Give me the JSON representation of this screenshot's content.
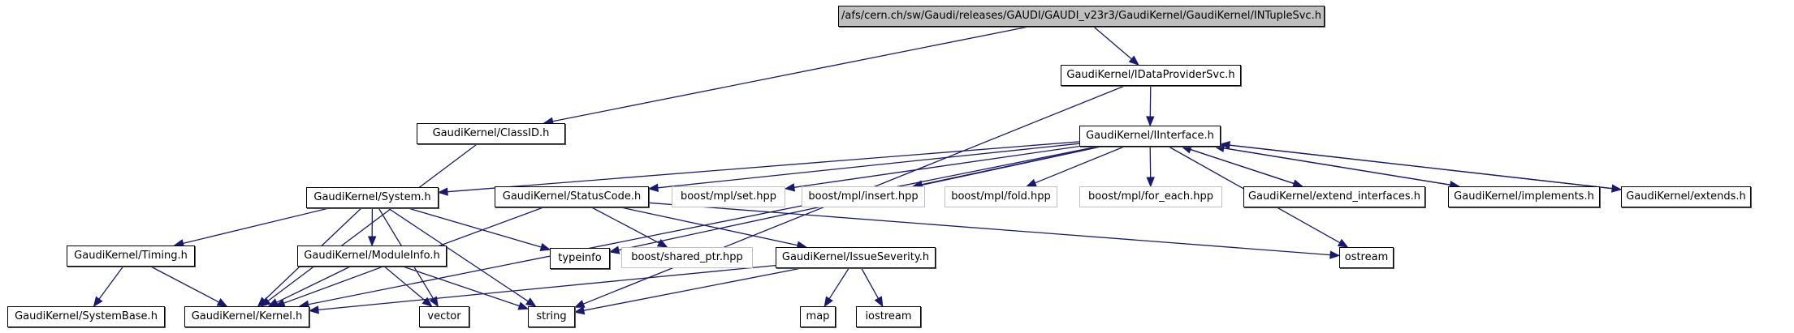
{
  "diagram": {
    "title": "/afs/cern.ch/sw/Gaudi/releases/GAUDI/GAUDI_v23r3/GaudiKernel/GaudiKernel/INTupleSvc.h",
    "edge_color": "#191970",
    "nodes": [
      {
        "id": "root",
        "label": "/afs/cern.ch/sw/Gaudi/releases/GAUDI/GAUDI_v23r3/GaudiKernel/GaudiKernel/INTupleSvc.h",
        "kind": "root"
      },
      {
        "id": "idataprovidersvc",
        "label": "GaudiKernel/IDataProviderSvc.h",
        "kind": "local"
      },
      {
        "id": "classid",
        "label": "GaudiKernel/ClassID.h",
        "kind": "local"
      },
      {
        "id": "iinterface",
        "label": "GaudiKernel/IInterface.h",
        "kind": "local"
      },
      {
        "id": "system",
        "label": "GaudiKernel/System.h",
        "kind": "local"
      },
      {
        "id": "statuscode",
        "label": "GaudiKernel/StatusCode.h",
        "kind": "local"
      },
      {
        "id": "mpl_set",
        "label": "boost/mpl/set.hpp",
        "kind": "external"
      },
      {
        "id": "mpl_insert",
        "label": "boost/mpl/insert.hpp",
        "kind": "external"
      },
      {
        "id": "mpl_fold",
        "label": "boost/mpl/fold.hpp",
        "kind": "external"
      },
      {
        "id": "mpl_for_each",
        "label": "boost/mpl/for_each.hpp",
        "kind": "external"
      },
      {
        "id": "extend_interfaces",
        "label": "GaudiKernel/extend_interfaces.h",
        "kind": "local"
      },
      {
        "id": "implements",
        "label": "GaudiKernel/implements.h",
        "kind": "local"
      },
      {
        "id": "extends",
        "label": "GaudiKernel/extends.h",
        "kind": "local"
      },
      {
        "id": "timing",
        "label": "GaudiKernel/Timing.h",
        "kind": "local"
      },
      {
        "id": "moduleinfo",
        "label": "GaudiKernel/ModuleInfo.h",
        "kind": "local"
      },
      {
        "id": "typeinfo",
        "label": "typeinfo",
        "kind": "local"
      },
      {
        "id": "shared_ptr",
        "label": "boost/shared_ptr.hpp",
        "kind": "external"
      },
      {
        "id": "issueseverity",
        "label": "GaudiKernel/IssueSeverity.h",
        "kind": "local"
      },
      {
        "id": "ostream",
        "label": "ostream",
        "kind": "local"
      },
      {
        "id": "systembase",
        "label": "GaudiKernel/SystemBase.h",
        "kind": "local"
      },
      {
        "id": "kernel",
        "label": "GaudiKernel/Kernel.h",
        "kind": "local"
      },
      {
        "id": "vector",
        "label": "vector",
        "kind": "local"
      },
      {
        "id": "string",
        "label": "string",
        "kind": "local"
      },
      {
        "id": "map",
        "label": "map",
        "kind": "local"
      },
      {
        "id": "iostream",
        "label": "iostream",
        "kind": "local"
      }
    ],
    "edges": [
      [
        "root",
        "idataprovidersvc"
      ],
      [
        "root",
        "classid"
      ],
      [
        "idataprovidersvc",
        "iinterface"
      ],
      [
        "idataprovidersvc",
        "string"
      ],
      [
        "classid",
        "kernel"
      ],
      [
        "iinterface",
        "system"
      ],
      [
        "iinterface",
        "statuscode"
      ],
      [
        "iinterface",
        "mpl_set"
      ],
      [
        "iinterface",
        "mpl_insert"
      ],
      [
        "iinterface",
        "mpl_fold"
      ],
      [
        "iinterface",
        "mpl_for_each"
      ],
      [
        "iinterface",
        "extend_interfaces"
      ],
      [
        "iinterface",
        "implements"
      ],
      [
        "iinterface",
        "extends"
      ],
      [
        "iinterface",
        "typeinfo"
      ],
      [
        "iinterface",
        "ostream"
      ],
      [
        "iinterface",
        "kernel"
      ],
      [
        "extend_interfaces",
        "iinterface"
      ],
      [
        "implements",
        "iinterface"
      ],
      [
        "extends",
        "iinterface"
      ],
      [
        "system",
        "timing"
      ],
      [
        "system",
        "moduleinfo"
      ],
      [
        "system",
        "kernel"
      ],
      [
        "system",
        "typeinfo"
      ],
      [
        "system",
        "vector"
      ],
      [
        "system",
        "string"
      ],
      [
        "statuscode",
        "shared_ptr"
      ],
      [
        "statuscode",
        "issueseverity"
      ],
      [
        "statuscode",
        "ostream"
      ],
      [
        "statuscode",
        "kernel"
      ],
      [
        "timing",
        "systembase"
      ],
      [
        "timing",
        "kernel"
      ],
      [
        "moduleinfo",
        "kernel"
      ],
      [
        "moduleinfo",
        "vector"
      ],
      [
        "moduleinfo",
        "string"
      ],
      [
        "issueseverity",
        "map"
      ],
      [
        "issueseverity",
        "iostream"
      ],
      [
        "issueseverity",
        "kernel"
      ],
      [
        "issueseverity",
        "string"
      ]
    ]
  }
}
